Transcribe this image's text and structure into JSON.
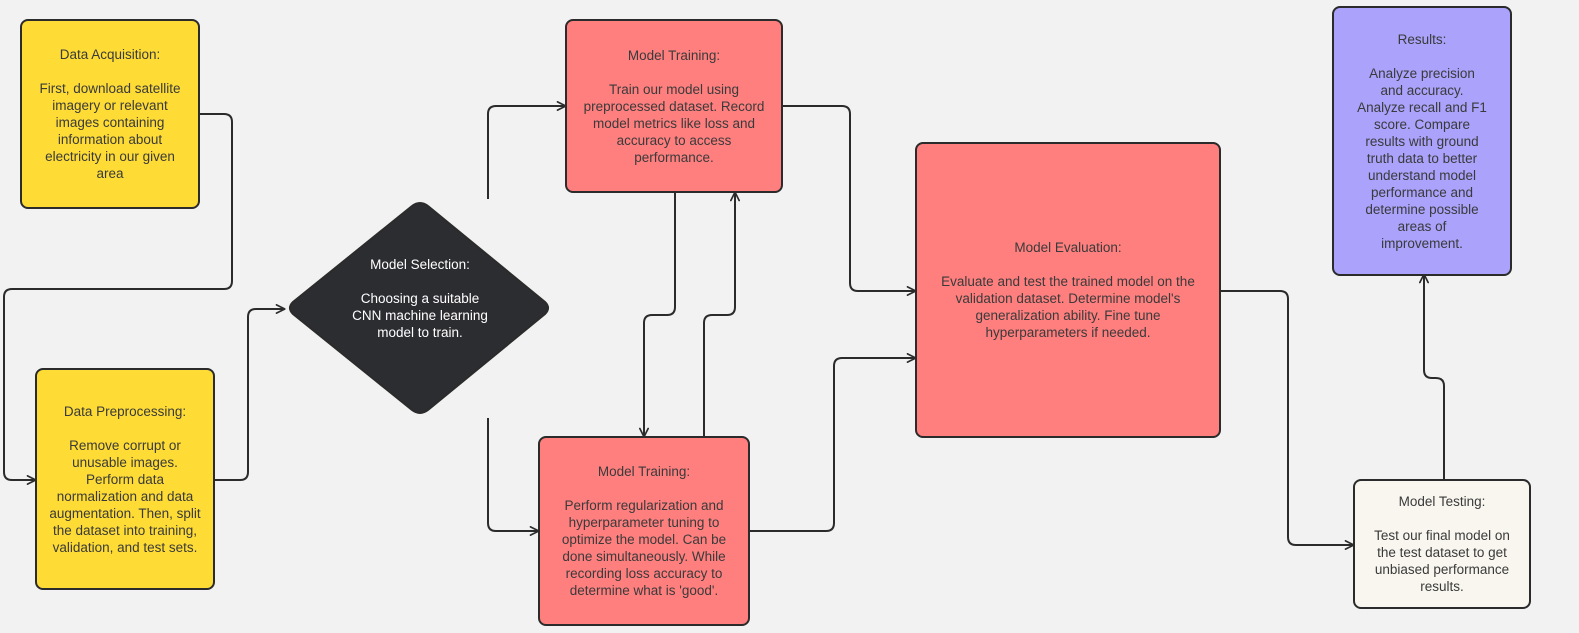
{
  "colors": {
    "background": "#f2f2f2",
    "yellow": "#fedc35",
    "red": "#ff7f7f",
    "purple": "#aaa2fb",
    "cream": "#f8f6ee",
    "diamond": "#2c2d31",
    "stroke": "#2b2b2b"
  },
  "nodes": {
    "acquisition": {
      "title": "Data Acquisition:",
      "body": "First, download satellite imagery or relevant images containing information about electricity in our given area"
    },
    "preprocessing": {
      "title": "Data Preprocessing:",
      "body": "Remove corrupt or unusable images. Perform data normalization and data augmentation. Then, split the dataset into training, validation, and test sets."
    },
    "selection": {
      "title": "Model Selection:",
      "body": "Choosing a suitable CNN machine learning model to train."
    },
    "training1": {
      "title": "Model Training:",
      "body": "Train our model using preprocessed dataset. Record model metrics like loss and accuracy to access performance."
    },
    "training2": {
      "title": "Model Training:",
      "body": "Perform regularization and hyperparameter tuning to optimize the model. Can be done simultaneously. While recording loss accuracy to determine what is 'good'."
    },
    "evaluation": {
      "title": "Model Evaluation:",
      "body": "Evaluate and test the trained model on the validation dataset. Determine model's generalization ability. Fine tune hyperparameters if needed."
    },
    "results": {
      "title": "Results:",
      "body": "Analyze precision and accuracy. Analyze recall and F1 score. Compare results with ground truth data to better understand model performance and determine possible areas of improvement."
    },
    "testing": {
      "title": "Model Testing:",
      "body": "Test our final model on the test dataset to get unbiased performance results."
    }
  },
  "edges": [
    {
      "from": "acquisition",
      "to": "preprocessing"
    },
    {
      "from": "preprocessing",
      "to": "selection"
    },
    {
      "from": "selection",
      "to": "training1"
    },
    {
      "from": "selection",
      "to": "training2"
    },
    {
      "from": "training1",
      "to": "training2"
    },
    {
      "from": "training2",
      "to": "training1"
    },
    {
      "from": "training1",
      "to": "evaluation"
    },
    {
      "from": "training2",
      "to": "evaluation"
    },
    {
      "from": "evaluation",
      "to": "testing"
    },
    {
      "from": "testing",
      "to": "results"
    }
  ]
}
